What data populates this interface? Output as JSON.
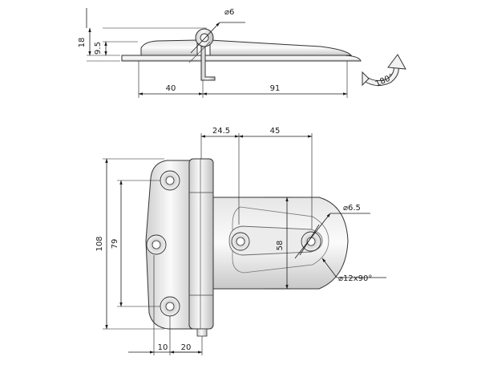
{
  "drawing": {
    "top_view": {
      "dim_height_total": "18",
      "dim_height_lower": "9.5",
      "dim_pin_diameter": "⌀6",
      "dim_left_length": "40",
      "dim_right_length": "91",
      "rotation_label": "180°"
    },
    "front_view": {
      "dim_top_left": "24.5",
      "dim_top_right": "45",
      "dim_hole_diameter": "⌀6.5",
      "dim_vertical_outer": "108",
      "dim_vertical_inner": "79",
      "dim_slot_height": "58",
      "dim_countersink": "⌀12x90°",
      "dim_bottom_left": "10",
      "dim_bottom_right": "20"
    }
  },
  "colors": {
    "metal_light": "#f4f4f4",
    "metal_mid": "#d6d6d6",
    "metal_dark": "#9a9a9a",
    "line": "#1a1a1a"
  }
}
